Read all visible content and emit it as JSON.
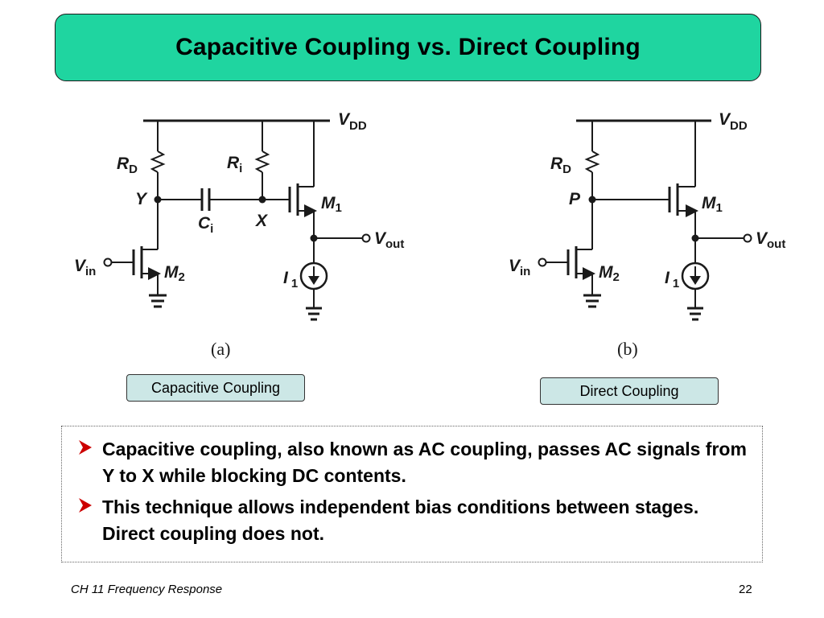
{
  "title": "Capacitive Coupling vs. Direct Coupling",
  "circuit_a": {
    "vdd": {
      "main": "V",
      "sub": "DD"
    },
    "rd": {
      "main": "R",
      "sub": "D"
    },
    "ri": {
      "main": "R",
      "sub": "i"
    },
    "node_y": "Y",
    "node_x": "X",
    "ci": {
      "main": "C",
      "sub": "i"
    },
    "m1": {
      "main": "M",
      "sub": "1"
    },
    "m2": {
      "main": "M",
      "sub": "2"
    },
    "vin": {
      "main": "V",
      "sub": "in"
    },
    "vout": {
      "main": "V",
      "sub": "out"
    },
    "i1": {
      "main": "I",
      "sub": "1"
    },
    "caption": "(a)"
  },
  "circuit_b": {
    "vdd": {
      "main": "V",
      "sub": "DD"
    },
    "rd": {
      "main": "R",
      "sub": "D"
    },
    "node_p": "P",
    "m1": {
      "main": "M",
      "sub": "1"
    },
    "m2": {
      "main": "M",
      "sub": "2"
    },
    "vin": {
      "main": "V",
      "sub": "in"
    },
    "vout": {
      "main": "V",
      "sub": "out"
    },
    "i1": {
      "main": "I",
      "sub": "1"
    },
    "caption": "(b)"
  },
  "tags": {
    "a": "Capacitive Coupling",
    "b": "Direct Coupling"
  },
  "bullets": [
    "Capacitive coupling, also known as AC coupling, passes AC signals from Y to X while blocking DC contents.",
    "This technique allows independent bias conditions between stages.  Direct coupling does not."
  ],
  "footer": {
    "left": "CH 11 Frequency Response",
    "page": "22"
  },
  "colors": {
    "title_bg": "#1fd5a0",
    "tag_bg": "#cce7e6",
    "bullet_arrow": "#cc0000"
  }
}
